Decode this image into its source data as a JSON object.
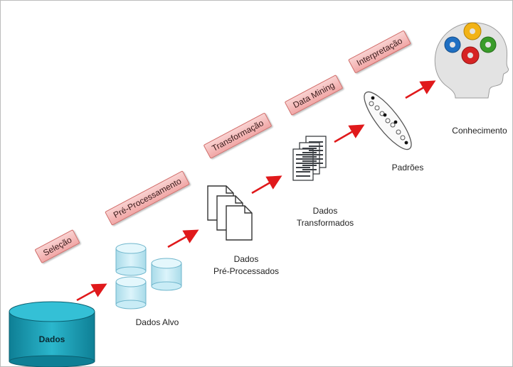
{
  "steps": {
    "selecao": "Seleção",
    "pre_processamento": "Pré-Processamento",
    "transformacao": "Transformação",
    "data_mining": "Data Mining",
    "interpretacao": "Interpretação"
  },
  "stages": {
    "dados": "Dados",
    "dados_alvo": "Dados Alvo",
    "dados_pre_line1": "Dados",
    "dados_pre_line2": "Pré-Processados",
    "dados_trans_line1": "Dados",
    "dados_trans_line2": "Transformados",
    "padroes": "Padrões",
    "conhecimento": "Conhecimento"
  },
  "colors": {
    "arrow": "#e0191b",
    "step_fill": "#f4b5b4",
    "cylinder": "#1aa1b8",
    "target_db": "#c9ecf6"
  },
  "icons": [
    "database-cylinder-icon",
    "target-database-icon",
    "document-stack-icon",
    "transformed-document-stack-icon",
    "patterns-ellipse-icon",
    "head-gears-icon"
  ]
}
